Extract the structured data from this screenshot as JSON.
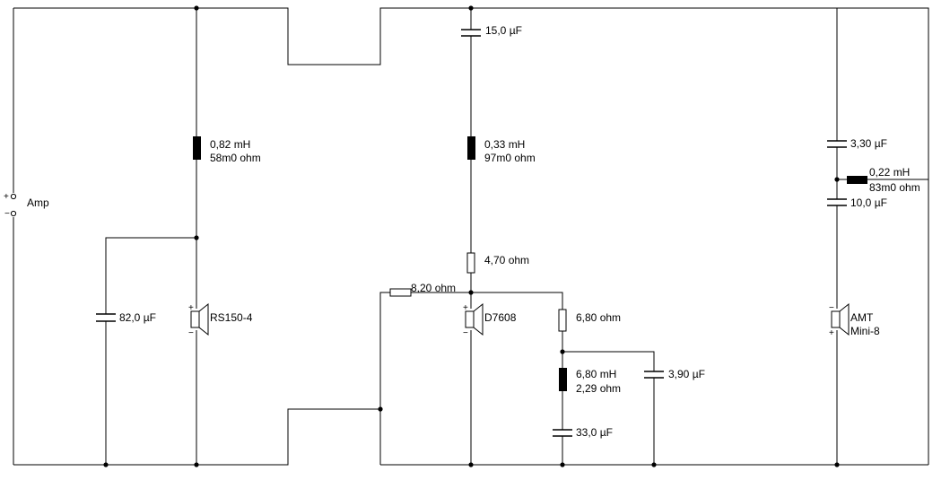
{
  "labels": {
    "amp": "Amp",
    "amp_plus": "+",
    "amp_minus": "−",
    "l1_value": "0,82 mH",
    "l1_resistance": "58m0 ohm",
    "c1_value": "82,0 µF",
    "woofer": "RS150-4",
    "c2_value": "15,0 µF",
    "l2_value": "0,33 mH",
    "l2_resistance": "97m0 ohm",
    "r1_value": "4,70 ohm",
    "r2_value": "8,20 ohm",
    "midrange": "D7608",
    "r3_value": "6,80 ohm",
    "l3_value": "6,80 mH",
    "l3_resistance": "2,29 ohm",
    "c3_value": "3,90 µF",
    "c4_value": "33,0 µF",
    "c5_value": "3,30 µF",
    "l4_value": "0,22 mH",
    "l4_resistance": "83m0 ohm",
    "c6_value": "10,0 µF",
    "tweeter_line1": "AMT",
    "tweeter_line2": "Mini-8",
    "plus": "+",
    "minus": "−"
  }
}
